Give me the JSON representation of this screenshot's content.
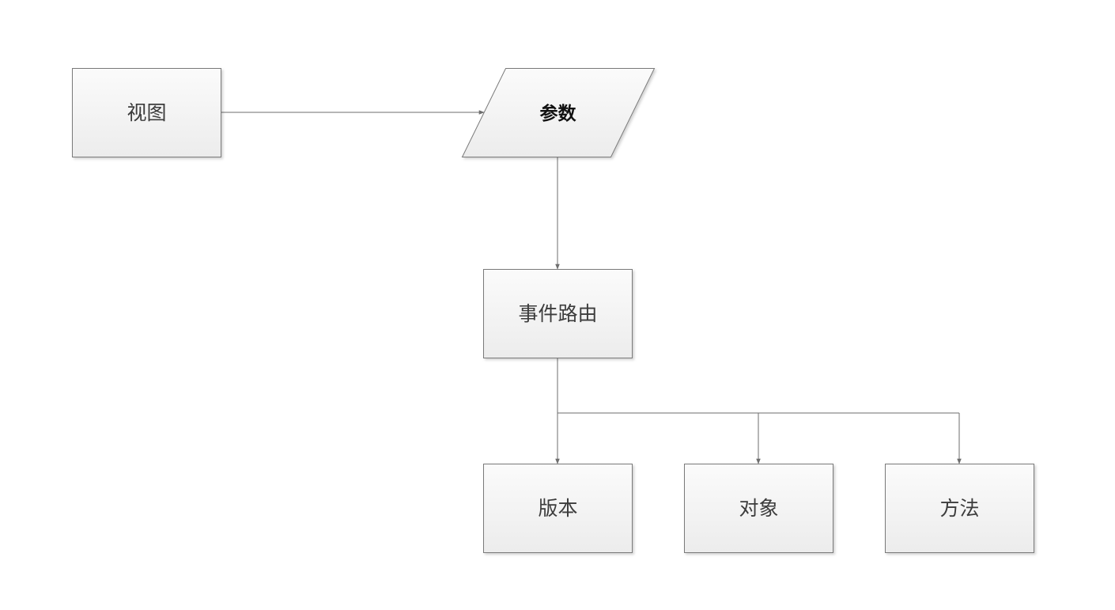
{
  "diagram": {
    "nodes": {
      "view": {
        "label": "视图"
      },
      "params": {
        "label": "参数"
      },
      "event_router": {
        "label": "事件路由"
      },
      "version": {
        "label": "版本"
      },
      "object": {
        "label": "对象"
      },
      "method": {
        "label": "方法"
      }
    },
    "edges": [
      {
        "from": "view",
        "to": "params"
      },
      {
        "from": "params",
        "to": "event_router"
      },
      {
        "from": "event_router",
        "to": "version"
      },
      {
        "from": "event_router",
        "to": "object"
      },
      {
        "from": "event_router",
        "to": "method"
      }
    ],
    "colors": {
      "node_fill_top": "#fbfbfb",
      "node_fill_bottom": "#ececec",
      "node_border": "#7a7a7a",
      "edge": "#6e6e6e",
      "text": "#3c3c3c"
    }
  }
}
